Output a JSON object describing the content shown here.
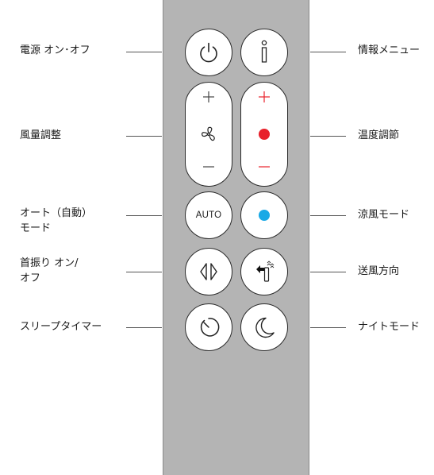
{
  "labels_left": {
    "power": "電源 オン･オフ",
    "fan_speed": "風量調整",
    "auto_line1": "オート（自動）",
    "auto_line2": "モード",
    "oscillation_line1": "首振り オン/",
    "oscillation_line2": "オフ",
    "sleep_timer": "スリープタイマー"
  },
  "labels_right": {
    "info_menu": "情報メニュー",
    "temperature": "温度調節",
    "cool_mode": "涼風モード",
    "airflow_direction": "送風方向",
    "night_mode": "ナイトモード"
  },
  "buttons": {
    "auto_text": "AUTO"
  },
  "colors": {
    "remote_body": "#b4b4b4",
    "heat_red": "#e8202a",
    "cool_blue": "#18a9e6",
    "outline": "#2b2b2b"
  },
  "icons": {
    "power": "power-icon",
    "info": "info-icon",
    "fan_plus": "plus-icon",
    "fan": "fan-icon",
    "fan_minus": "minus-icon",
    "temp_plus": "plus-icon",
    "temp_dot": "red-dot-icon",
    "temp_minus": "minus-icon",
    "cool": "blue-dot-icon",
    "oscillation": "oscillation-icon",
    "airflow": "airflow-direction-icon",
    "sleep_timer": "timer-icon",
    "night": "moon-icon"
  }
}
